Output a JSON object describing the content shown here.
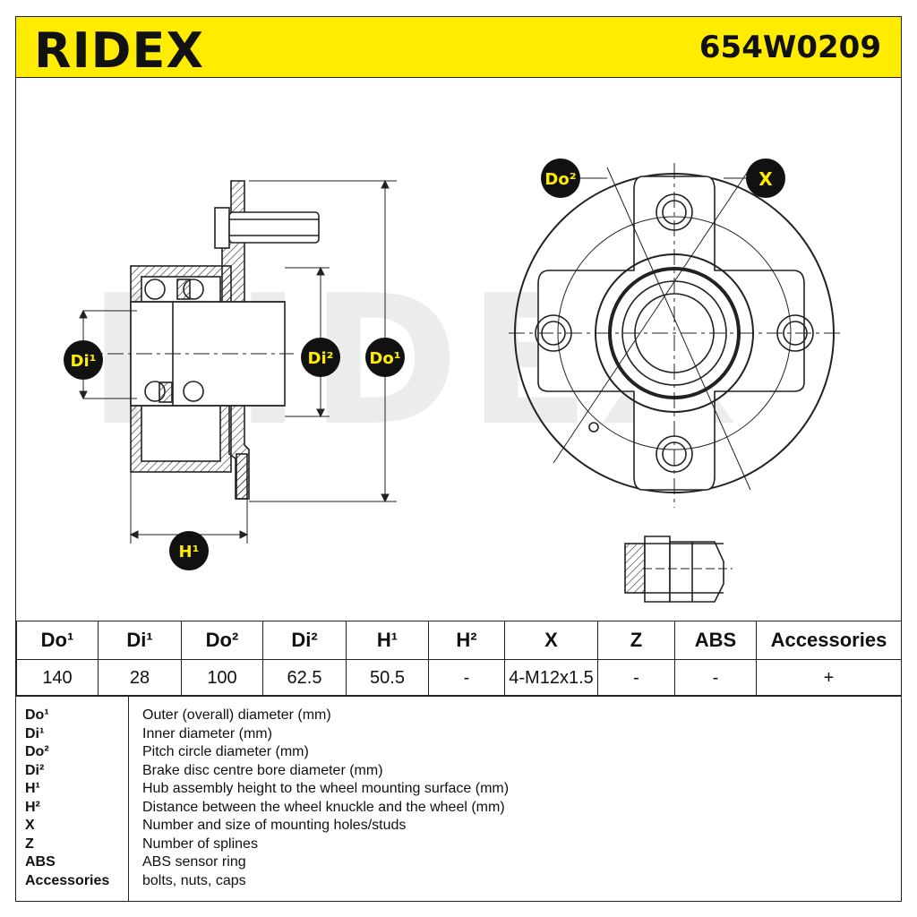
{
  "header": {
    "brand": "RIDEX",
    "part_number": "654W0209"
  },
  "drawing": {
    "watermark": "RIDEX",
    "callouts": {
      "di1": "Di¹",
      "di2": "Di²",
      "do1": "Do¹",
      "do2": "Do²",
      "h1": "H¹",
      "x": "X"
    }
  },
  "specs": {
    "headers": [
      "Do¹",
      "Di¹",
      "Do²",
      "Di²",
      "H¹",
      "H²",
      "X",
      "Z",
      "ABS",
      "Accessories"
    ],
    "values": [
      "140",
      "28",
      "100",
      "62.5",
      "50.5",
      "-",
      "4-M12x1.5",
      "-",
      "-",
      "+"
    ]
  },
  "legend": [
    {
      "key": "Do¹",
      "desc": "Outer (overall) diameter (mm)"
    },
    {
      "key": "Di¹",
      "desc": "Inner diameter (mm)"
    },
    {
      "key": "Do²",
      "desc": "Pitch circle diameter (mm)"
    },
    {
      "key": "Di²",
      "desc": "Brake disc centre bore diameter (mm)"
    },
    {
      "key": "H¹",
      "desc": "Hub assembly height to the wheel mounting surface (mm)"
    },
    {
      "key": "H²",
      "desc": "Distance between the wheel knuckle and the wheel (mm)"
    },
    {
      "key": "X",
      "desc": "Number and size of mounting holes/studs"
    },
    {
      "key": "Z",
      "desc": "Number of splines"
    },
    {
      "key": "ABS",
      "desc": "ABS sensor ring"
    },
    {
      "key": "Accessories",
      "desc": "bolts, nuts, caps"
    }
  ],
  "colors": {
    "header_yellow": "#ffec00",
    "line": "#222222",
    "watermark": "#e9e9e9"
  }
}
